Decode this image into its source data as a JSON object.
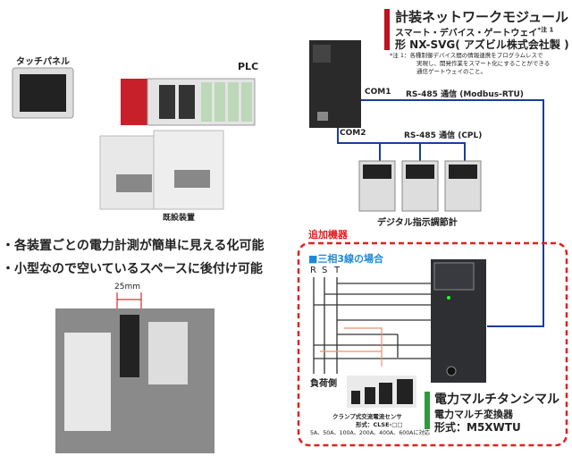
{
  "header": {
    "title": "計装ネットワークモジュール",
    "subtitle": "スマート・デバイス・ゲートウェイ",
    "subtitle_note": "*注 1",
    "model": "形 NX-SVG( アズビル株式会社製 )",
    "note_lines": [
      "*注 1：各種制御デバイス間の情報連携をプログラムレスで",
      "実現し、開発作業をスマート化にすることができる",
      "通信ゲートウェイのこと。"
    ]
  },
  "labels": {
    "touch_panel": "タッチパネル",
    "plc": "PLC",
    "com1": "COM1",
    "com1_protocol": "RS-485 通信 (Modbus-RTU)",
    "com2": "COM2",
    "com2_protocol": "RS-485 通信 (CPL)",
    "controllers": "デジタル指示調節計",
    "existing_equipment": "既設装置",
    "added_devices": "追加機器",
    "wiring_case": "■三相3線の場合",
    "phases": [
      "R",
      "S",
      "T"
    ],
    "load_side": "負荷側",
    "width_dim": "25mm"
  },
  "features": [
    "・各装置ごとの電力計測が簡単に見える化可能",
    "・小型なので空いているスペースに後付け可能"
  ],
  "sensor": {
    "name": "クランプ式交流電流センサ",
    "model": "形式：CLSE-□□",
    "ratings": "5A、50A、100A、200A、400A、600Aに対応"
  },
  "product": {
    "name": "電力マルチタンシマル",
    "type": "電力マルチ変換器",
    "model": "形式：M5XWTU"
  },
  "colors": {
    "title_bar": "#c0121e",
    "green_bar": "#2e9a3c",
    "network_line": "#1a3e9a",
    "dashed_box": "#e02020",
    "wiring_blue": "#1e8ad8"
  }
}
